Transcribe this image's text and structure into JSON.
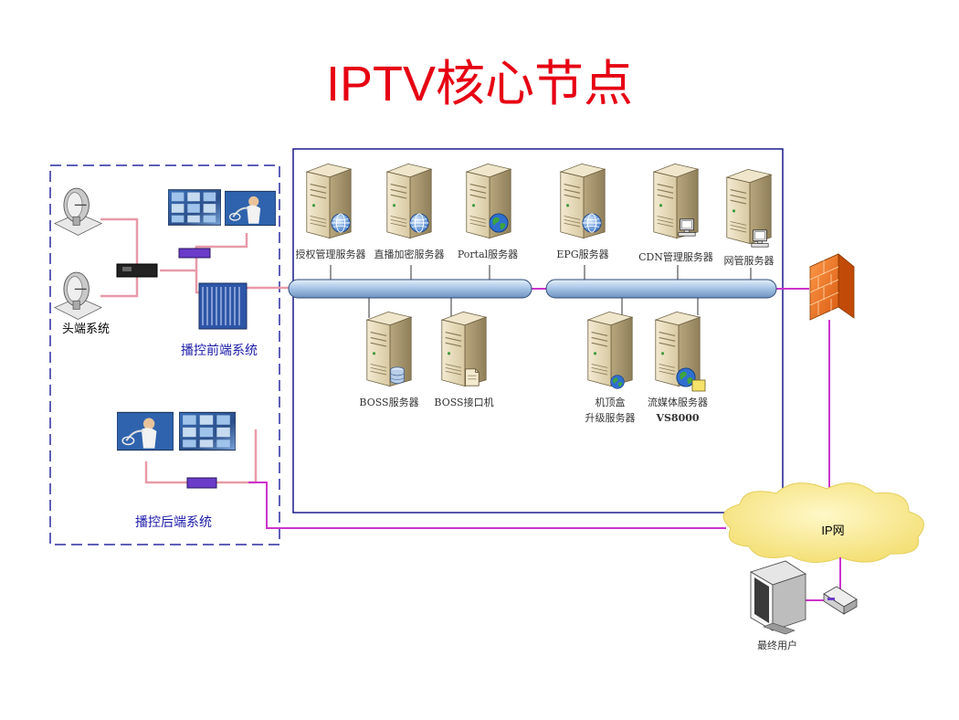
{
  "title": "IPTV核心节点",
  "colors": {
    "title": "#e60012",
    "core_border": "#1a1a8c",
    "region_border": "#2a2aa0",
    "link_pink": "#e89aa8",
    "link_magenta": "#cc33cc",
    "bus_fill": "#a9c6e8",
    "label_blue": "#1a1aa8"
  },
  "labels": {
    "headend": "头端系统",
    "front_broadcast": "播控前端系统",
    "back_broadcast": "播控后端系统",
    "ip_network": "IP网",
    "end_user": "最终用户"
  },
  "servers_top": [
    {
      "label": "授权管理服务器",
      "badge": "globe-icon"
    },
    {
      "label": "直播加密服务器",
      "badge": "globe-icon"
    },
    {
      "label": "Portal服务器",
      "badge": "earth-icon"
    },
    {
      "label": "EPG服务器",
      "badge": "globe-icon"
    },
    {
      "label": "CDN管理服务器",
      "badge": "pc-icon"
    },
    {
      "label": "网管服务器",
      "badge": "pc-icon"
    }
  ],
  "servers_bottom": [
    {
      "label": "BOSS服务器",
      "badge": "database-icon"
    },
    {
      "label": "BOSS接口机",
      "badge": "document-icon"
    },
    {
      "label": "机顶盒",
      "label2": "升级服务器",
      "badge": "settop-icon"
    },
    {
      "label": "流媒体服务器",
      "label2": "VS8000",
      "badge": "media-icon"
    }
  ]
}
